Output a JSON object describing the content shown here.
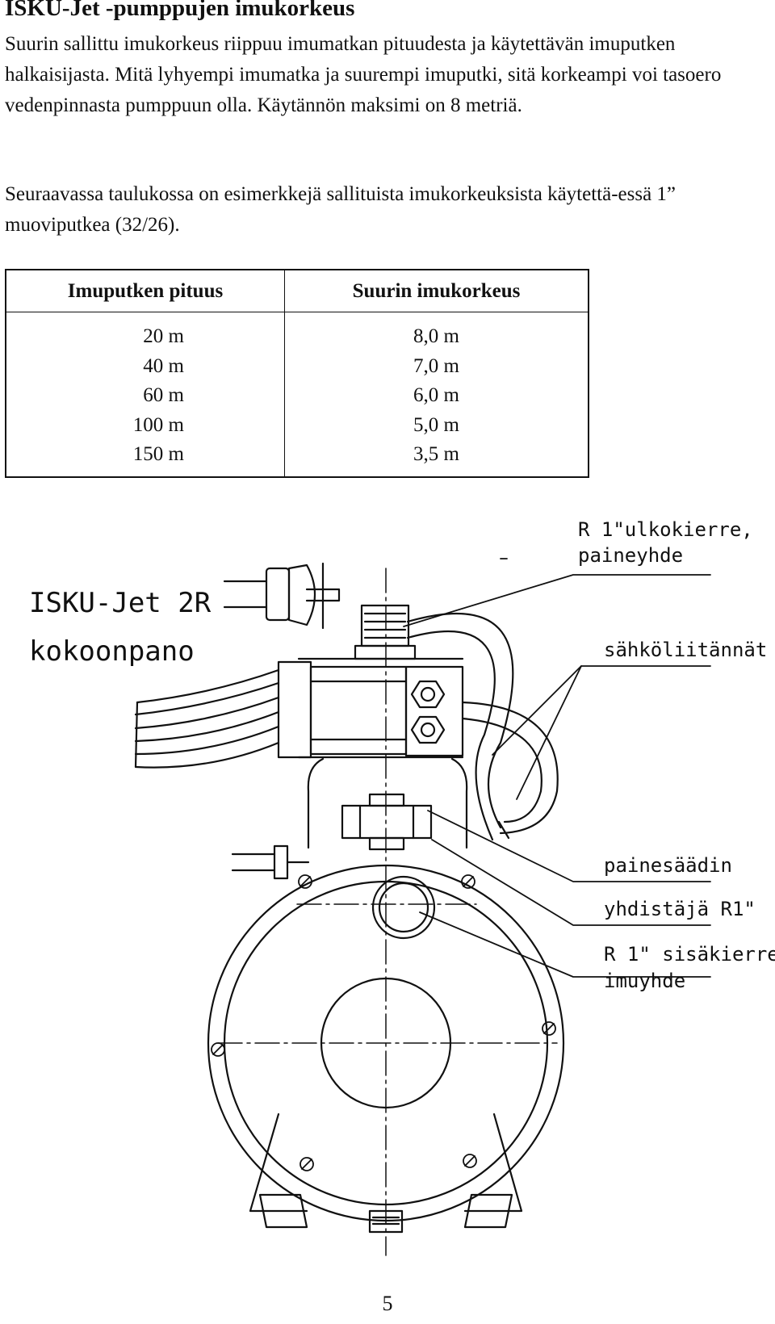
{
  "title": "ISKU-Jet -pumppujen imukorkeus",
  "paragraphs": [
    "Suurin sallittu imukorkeus riippuu imumatkan pituudesta ja käytettävän imuputken halkaisijasta. Mitä lyhyempi imumatka ja suurempi imuputki, sitä korkeampi voi tasoero vedenpinnasta pumppuun olla. Käytännön maksimi on 8 metriä.",
    "Seuraavassa taulukossa on esimerkkejä sallituista imukorkeuksista käytettä-essä 1” muoviputkea (32/26)."
  ],
  "table": {
    "headers": [
      "Imuputken pituus",
      "Suurin imukorkeus"
    ],
    "rows": [
      [
        "20 m",
        "8,0 m"
      ],
      [
        "40 m",
        "7,0 m"
      ],
      [
        "60 m",
        "6,0 m"
      ],
      [
        "100 m",
        "5,0 m"
      ],
      [
        "150 m",
        "3,5 m"
      ]
    ]
  },
  "drawing": {
    "title_line1": "ISKU-Jet 2R",
    "title_line2": "kokoonpano",
    "labels": {
      "outlet_line1": "R 1\"ulkokierre,",
      "outlet_line2": "paineyhde",
      "electrical": "sähköliitännät",
      "pressure_switch": "painesäädin",
      "connector": "yhdistäjä R1\"",
      "inlet_line1": "R 1\" sisäkierre",
      "inlet_line2": "imuyhde"
    }
  },
  "page_number": "5"
}
